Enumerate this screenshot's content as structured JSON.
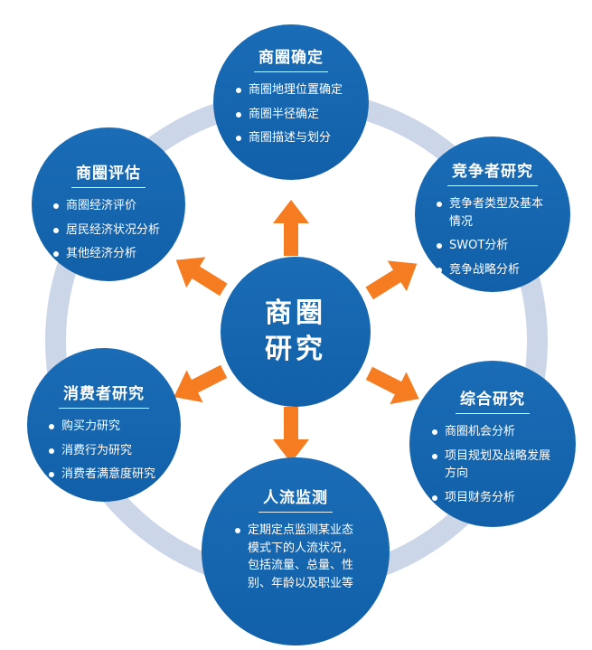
{
  "center": {
    "title_line1": "商圈",
    "title_line2": "研究"
  },
  "nodes": [
    {
      "title": "商圈确定",
      "items": [
        "商圈地理位置确定",
        "商圈半径确定",
        "商圈描述与划分"
      ]
    },
    {
      "title": "竞争者研究",
      "items": [
        "竞争者类型及基本情况",
        "SWOT分析",
        "竞争战略分析"
      ]
    },
    {
      "title": "综合研究",
      "items": [
        "商圈机会分析",
        "项目规划及战略发展方向",
        "项目财务分析"
      ]
    },
    {
      "title": "人流监测",
      "items": [
        "定期定点监测某业态模式下的人流状况，包括流量、总量、性别、年龄以及职业等"
      ]
    },
    {
      "title": "消费者研究",
      "items": [
        "购买力研究",
        "消费行为研究",
        "消费者满意度研究"
      ]
    },
    {
      "title": "商圈评估",
      "items": [
        "商圈经济评价",
        "居民经济状况分析",
        "其他经济分析"
      ]
    }
  ],
  "colors": {
    "node_blue": "#1565ae",
    "ring_blue": "#ccd6e9",
    "arrow_orange": "#f57c21",
    "text": "#ffffff",
    "background": "#ffffff"
  }
}
